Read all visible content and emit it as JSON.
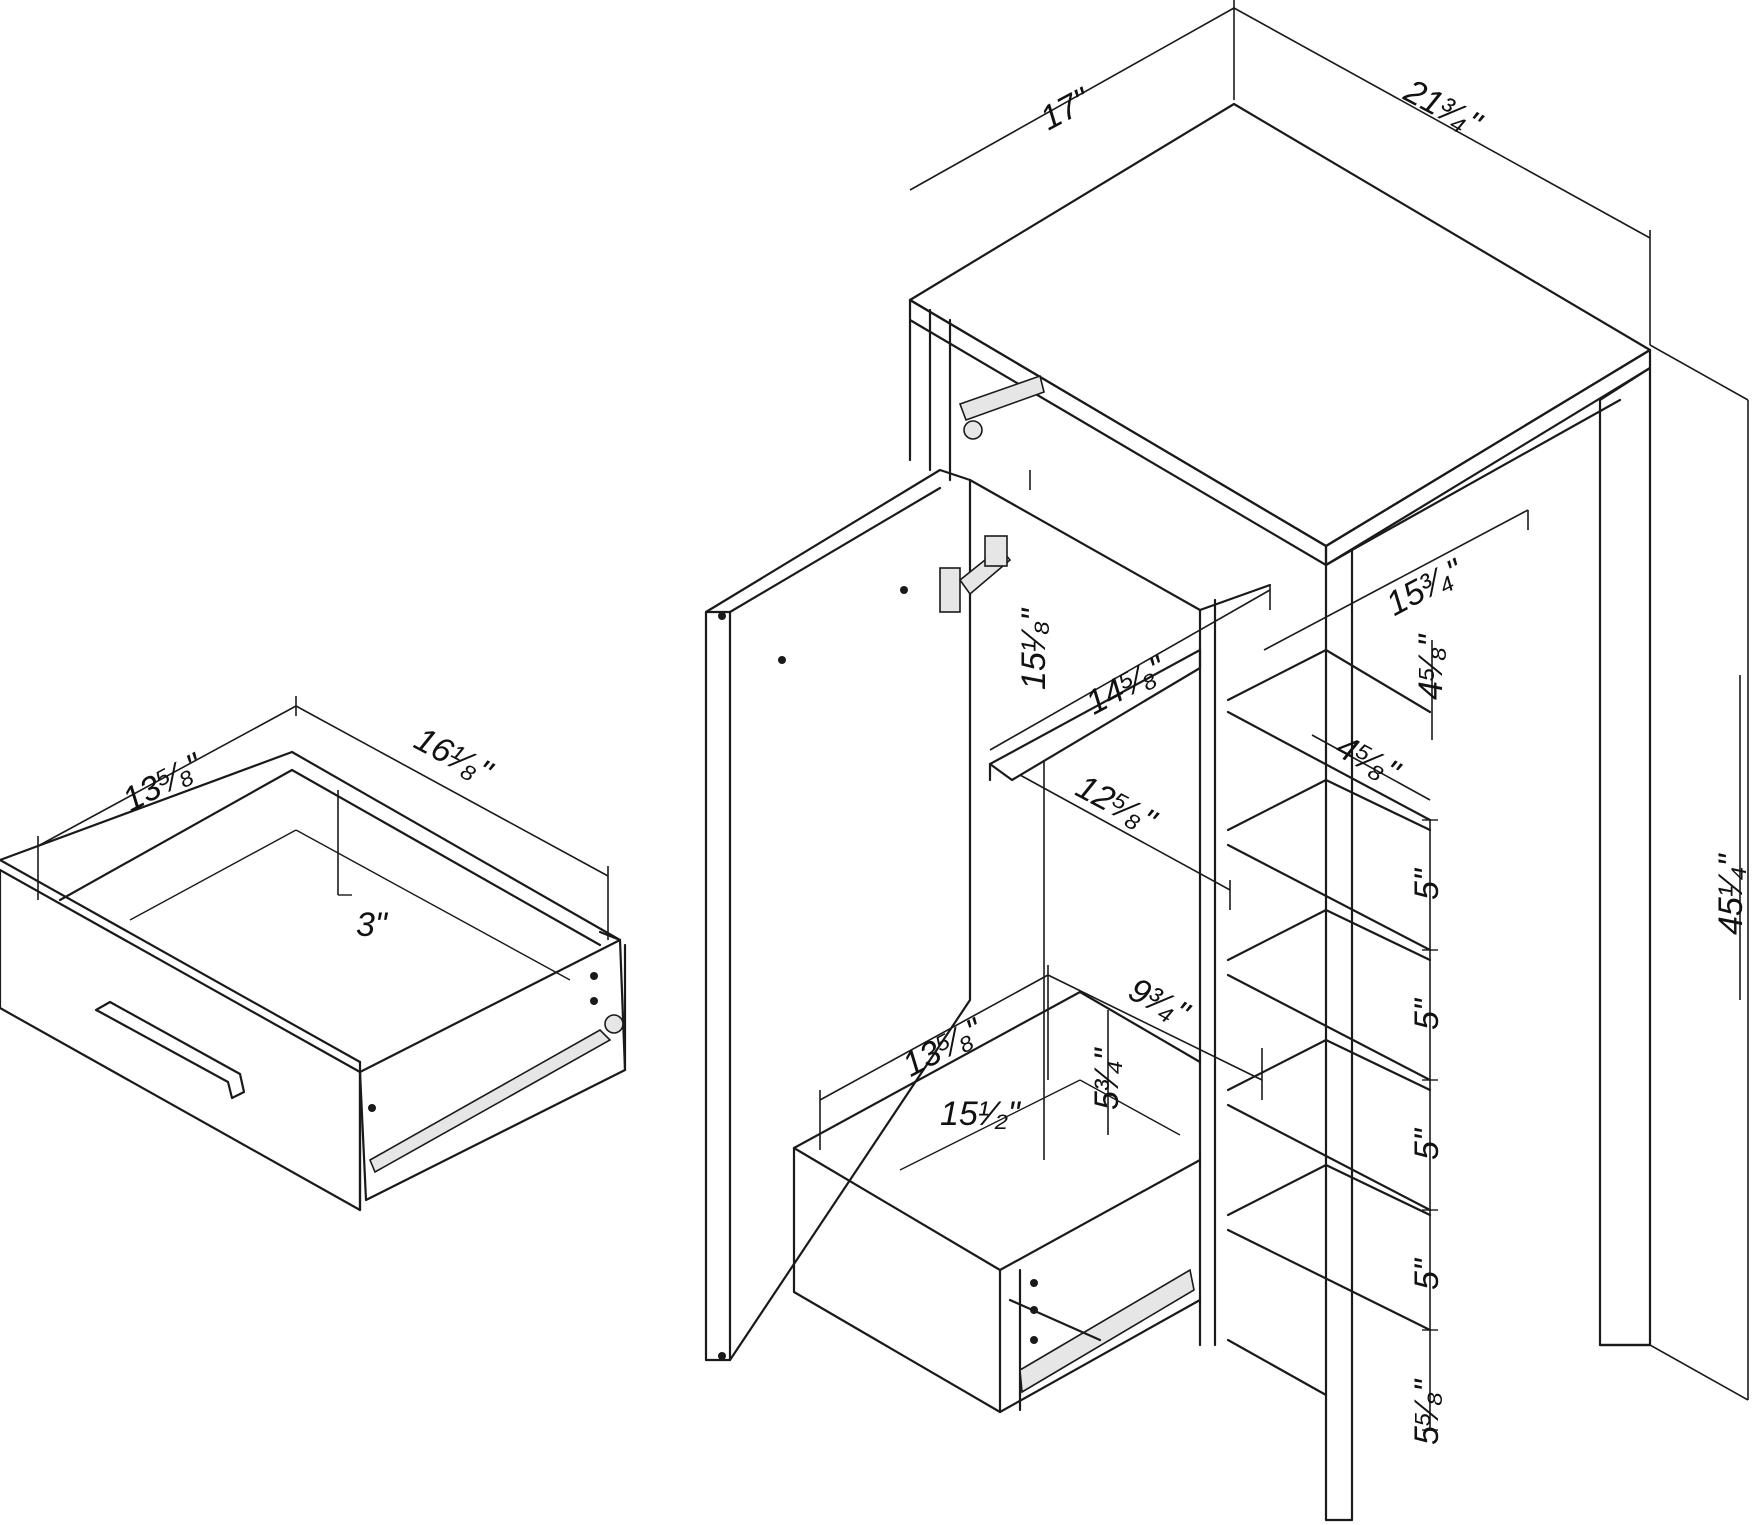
{
  "cabinet": {
    "width": "17\"",
    "depth": "21³⁄₄\"",
    "height": "45¹⁄₄\"",
    "door_opening_height": "15¹⁄₈\"",
    "shelf_depth": "15³⁄₄\"",
    "compartment_width": "14⁵⁄₈\"",
    "shelf_width": "12⁵⁄₈\"",
    "top_shelf_spacing": "4⁵⁄₈\"",
    "side_top_spacing": "4⁵⁄₈\"",
    "shelf_spacing": [
      "5\"",
      "5\"",
      "5\"",
      "5\""
    ],
    "bottom_spacing": "5⁵⁄₈\""
  },
  "open_drawer": {
    "width": "13⁵⁄₈\"",
    "depth": "9³⁄₄\"",
    "height": "5³⁄₄\"",
    "opening_height": "15¹⁄₂\""
  },
  "detached_drawer": {
    "width": "13⁵⁄₈\"",
    "depth": "16¹⁄₈\"",
    "height": "3\""
  }
}
